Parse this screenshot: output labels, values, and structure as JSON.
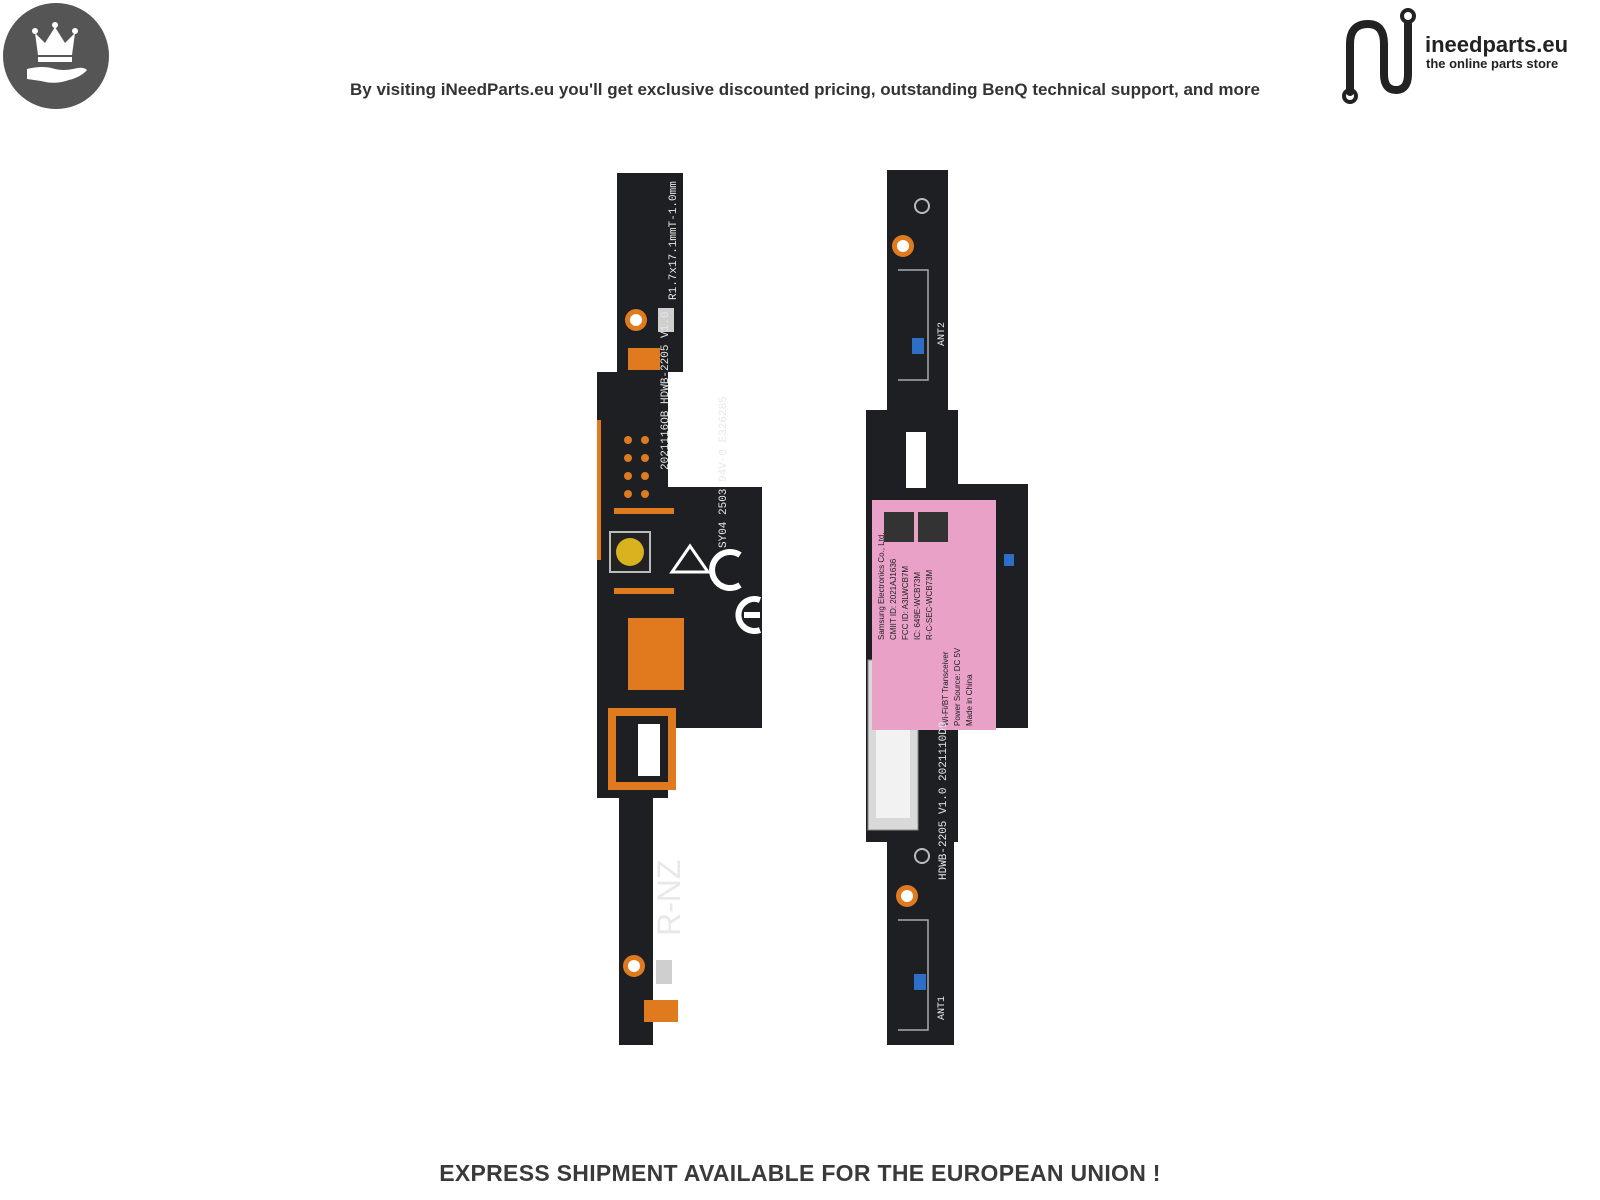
{
  "header": {
    "badge_icon": "crown-hand-icon",
    "tagline": "By visiting iNeedParts.eu you'll get exclusive discounted pricing, outstanding BenQ technical support, and more",
    "logo": {
      "icon": "ineedparts-n-logo-icon",
      "name": "ineedparts.eu",
      "tagline": "the online parts store"
    }
  },
  "product": {
    "left_board": {
      "silk_top": "R1.7x17.1mmT-1.0mm",
      "silk_mid": "2021116QB HDWB-2205 V1.0",
      "silk_codes": "SY04 2503 94V-0 E326285",
      "silk_bottom": "R-NZ"
    },
    "right_board": {
      "ant2": "ANT2",
      "ant1": "ANT1",
      "silk_side": "HDWB-2205 V1.0 2021110D9",
      "label_lines": [
        "Samsung Electronics Co., Ltd.",
        "CMIIT ID: 2021AJ1636",
        "FCC ID: A3LWCB7M",
        "IC: 649E-WCB73M",
        "R-C-SEC-WCB73M",
        "Wi-Fi/BT Transceiver",
        "Power Source: DC 5V",
        "Made in China"
      ]
    }
  },
  "colors": {
    "pcb": "#1d1f22",
    "copper": "#e07a1f",
    "label_pink": "#e9a1c8",
    "badge_gray": "#555555"
  },
  "footer": {
    "shipping": "EXPRESS SHIPMENT AVAILABLE FOR THE EUROPEAN UNION !"
  }
}
